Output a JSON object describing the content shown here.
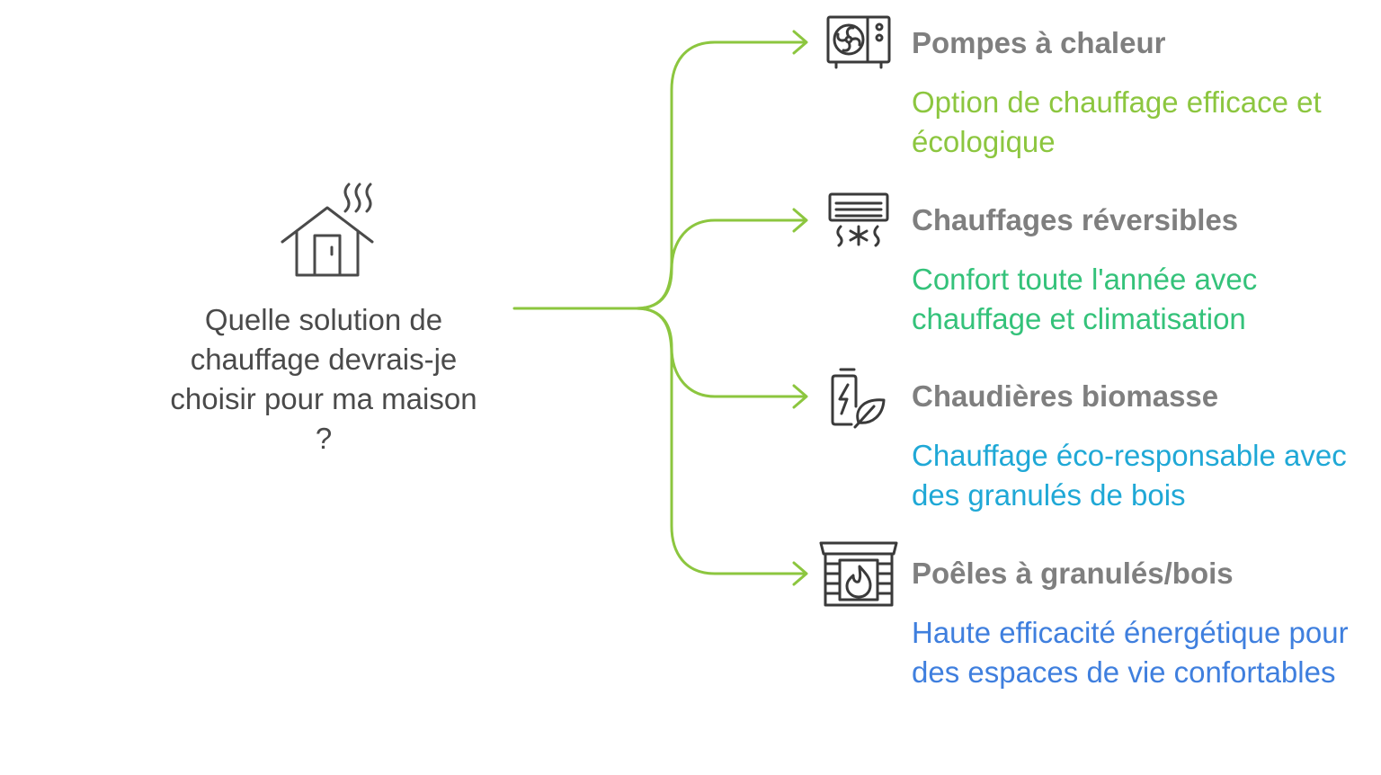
{
  "diagram": {
    "question": "Quelle solution de chauffage devrais-je choisir pour ma maison ?",
    "central_icon": "house-heat-icon",
    "connector_color": "#8cc63f",
    "title_color": "#7f7f7f",
    "options": [
      {
        "title": "Pompes à chaleur",
        "description": "Option de chauffage efficace et écologique",
        "description_color": "#8cc63f",
        "icon": "heat-pump-icon"
      },
      {
        "title": "Chauffages réversibles",
        "description": "Confort toute l'année avec chauffage et climatisation",
        "description_color": "#34c27a",
        "icon": "air-conditioner-icon"
      },
      {
        "title": "Chaudières biomasse",
        "description": "Chauffage éco-responsable avec des granulés de bois",
        "description_color": "#1fa8d6",
        "icon": "biomass-battery-leaf-icon"
      },
      {
        "title": "Poêles à granulés/bois",
        "description": "Haute efficacité énergétique pour des espaces de vie confortables",
        "description_color": "#3f7fde",
        "icon": "wood-stove-icon"
      }
    ]
  }
}
